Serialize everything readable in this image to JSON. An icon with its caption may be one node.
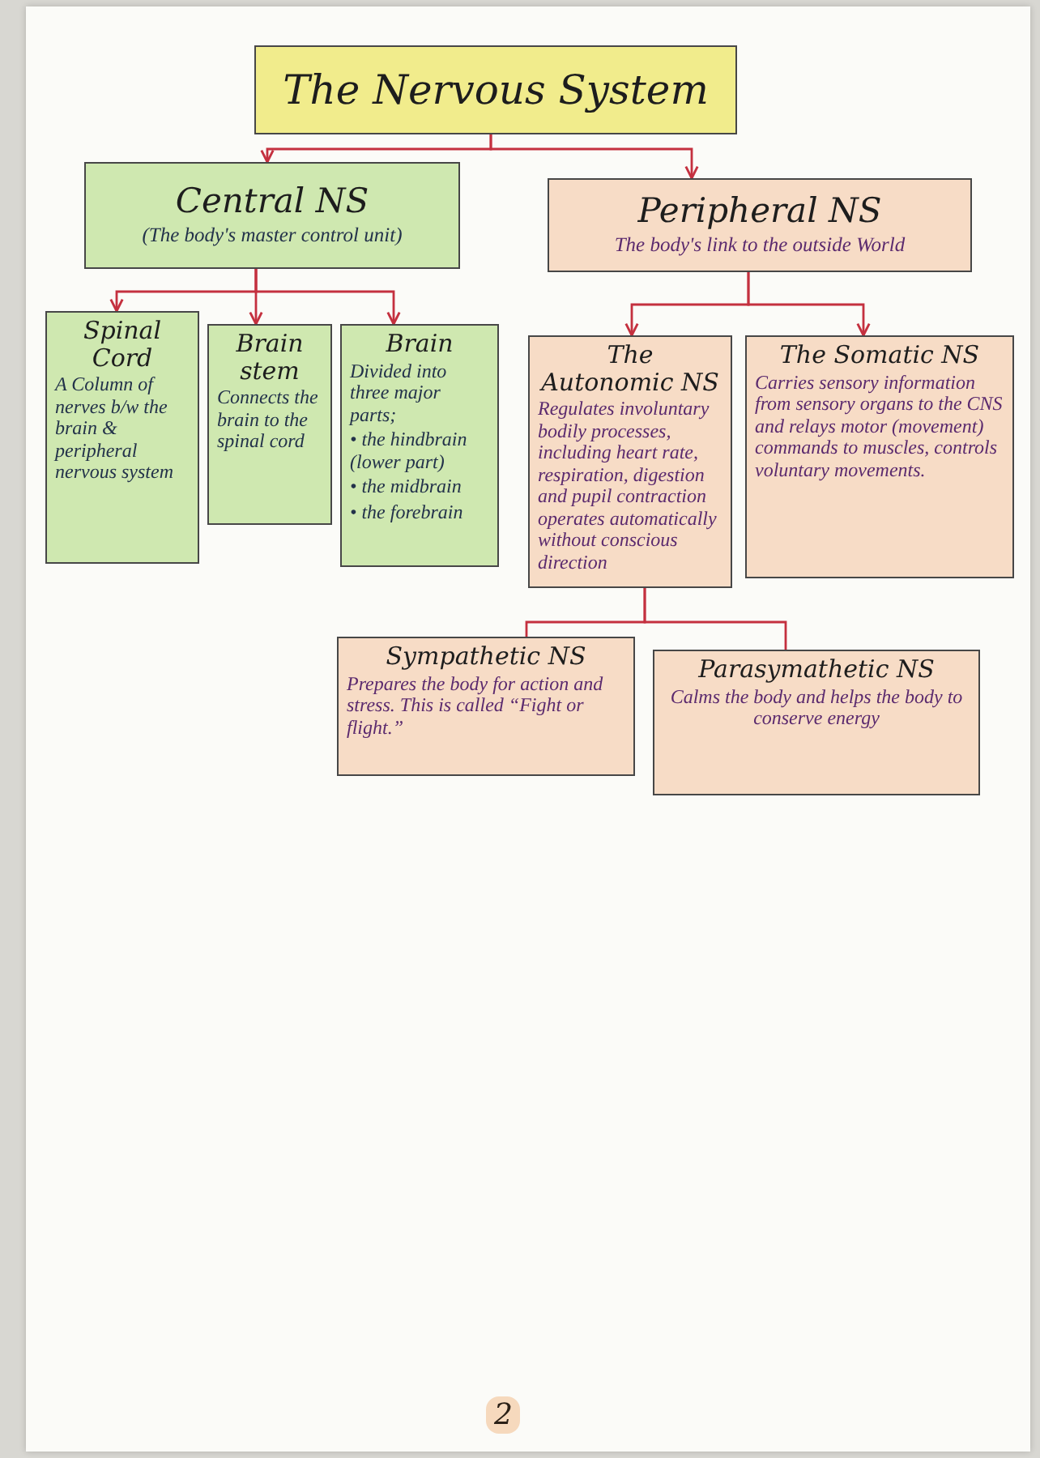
{
  "diagram": {
    "nodes": [
      {
        "text": [
          "The Nervous System"
        ]
      },
      {
        "text": [
          "Central NS",
          "(The body's master control unit)"
        ]
      },
      {
        "text": [
          "Peripheral NS",
          "The body's link to the outside World"
        ]
      },
      {
        "text": [
          "Spinal Cord",
          "A Column of nerves b/w the brain & peripheral nervous system"
        ]
      },
      {
        "text": [
          "Brain stem",
          "Connects the brain to the spinal cord"
        ]
      },
      {
        "text": [
          "Brain",
          "Divided into three major parts;",
          "• the hindbrain (lower part)",
          "• the midbrain",
          "• the forebrain"
        ]
      },
      {
        "text": [
          "The Autonomic NS",
          "Regulates involuntary bodily processes, including heart rate, respiration, digestion and pupil contraction operates automatically without conscious direction"
        ]
      },
      {
        "text": [
          "The Somatic NS",
          "Carries sensory information from sensory organs to the CNS and relays motor (movement) commands to muscles, controls voluntary movements."
        ]
      },
      {
        "text": [
          "Sympathetic NS",
          "Prepares the body for action and stress. This is called “Fight or flight.”"
        ]
      },
      {
        "text": [
          "Parasymathetic NS",
          "Calms the body and helps the body to conserve energy"
        ]
      }
    ],
    "edges": [
      {
        "from": 0,
        "to": 1,
        "arrow": "to"
      },
      {
        "from": 0,
        "to": 2,
        "arrow": "to"
      },
      {
        "from": 1,
        "to": 3,
        "arrow": "to"
      },
      {
        "from": 1,
        "to": 4,
        "arrow": "to"
      },
      {
        "from": 1,
        "to": 5,
        "arrow": "to"
      },
      {
        "from": 2,
        "to": 6,
        "arrow": "to"
      },
      {
        "from": 2,
        "to": 7,
        "arrow": "to"
      },
      {
        "from": 6,
        "to": 8,
        "arrow": "none"
      },
      {
        "from": 6,
        "to": 9,
        "arrow": "none"
      }
    ],
    "labels": [
      "2"
    ]
  }
}
